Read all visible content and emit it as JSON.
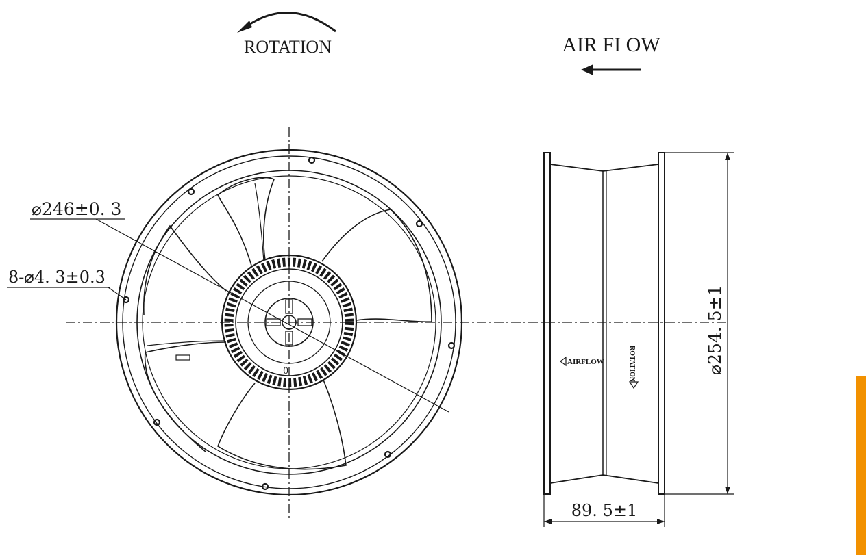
{
  "labels": {
    "rotation": "ROTATION",
    "airflow": "AIR FI OW"
  },
  "dimensions": {
    "blade_diameter": "⌀246±0. 3",
    "mounting_holes": "8-⌀4. 3±0.3",
    "outer_diameter": "⌀254. 5±1",
    "depth": "89. 5±1"
  },
  "side_markings": {
    "airflow_arrow": "AIRFLOW",
    "rotation_arrow": "ROTATION"
  },
  "hub_mark": "0",
  "colors": {
    "line": "#1a1a1a",
    "accent_bar": "#f29100",
    "background": "#ffffff"
  }
}
